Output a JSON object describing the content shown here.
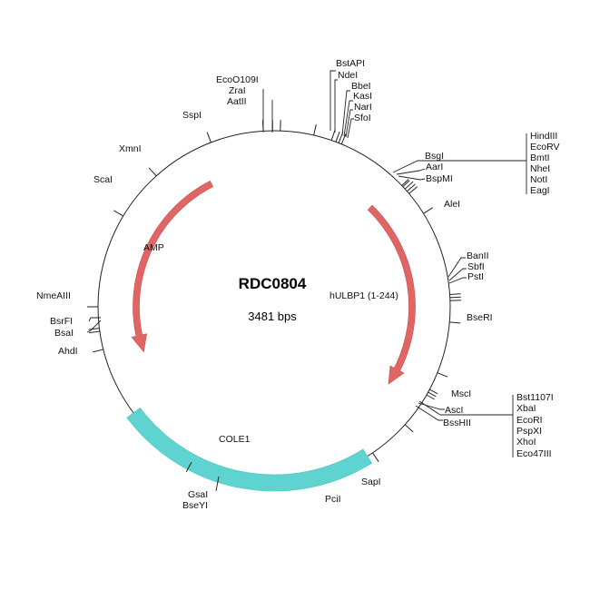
{
  "plasmid": {
    "name": "RDC0804",
    "size_label": "3481 bps"
  },
  "features": [
    {
      "id": "amp",
      "label": "AMP",
      "color": "#e06666",
      "type": "arrow"
    },
    {
      "id": "hulbp1",
      "label": "hULBP1 (1-244)",
      "color": "#e06666",
      "type": "arrow"
    },
    {
      "id": "cole1",
      "label": "COLE1",
      "color": "#5fd3cf",
      "type": "band"
    }
  ],
  "sites": {
    "bstapi": "BstAPI",
    "ndei": "NdeI",
    "bbei": "BbeI",
    "kasi": "KasI",
    "nari": "NarI",
    "sfoi": "SfoI",
    "ecoo109i": "EcoO109I",
    "zrai": "ZraI",
    "aatii": "AatII",
    "sspi": "SspI",
    "xmni": "XmnI",
    "scai": "ScaI",
    "nmeaiii": "NmeAIII",
    "bsrfi": "BsrFI",
    "bsai": "BsaI",
    "ahdi": "AhdI",
    "gsai": "GsaI",
    "bseyi": "BseYI",
    "pcii": "PciI",
    "sapi": "SapI",
    "bsgi": "BsgI",
    "aari": "AarI",
    "bspmi": "BspMI",
    "alei": "AleI",
    "banii": "BanII",
    "sbfi": "SbfI",
    "psti": "PstI",
    "bseri": "BseRI",
    "msci": "MscI",
    "asci": "AscI",
    "bsshii": "BssHII",
    "hindiii": "HindIII",
    "ecorv": "EcoRV",
    "bmti": "BmtI",
    "nhei": "NheI",
    "noti": "NotI",
    "eagi": "EagI",
    "bst1107i": "Bst1107I",
    "xbai": "XbaI",
    "ecori": "EcoRI",
    "pspxi": "PspXI",
    "xhoi": "XhoI",
    "eco47iii": "Eco47III"
  }
}
